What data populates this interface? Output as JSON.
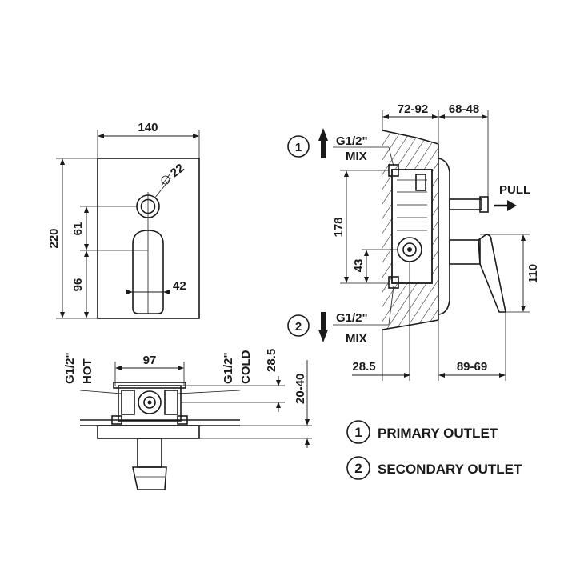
{
  "front_view": {
    "width": "140",
    "height": "220",
    "upper_offset": "61",
    "lower_offset": "96",
    "diverter_diameter": "22",
    "lever_width": "42"
  },
  "side_view": {
    "body_depth": "72-92",
    "handle_projection": "68-48",
    "outlet_spacing": "178",
    "inlet_height": "43",
    "handle_height": "110",
    "wall_offset": "28.5",
    "handle_reach": "89-69",
    "outlet_thread_top": "G1/2\"",
    "outlet_label_top": "MIX",
    "outlet_thread_bottom": "G1/2\"",
    "outlet_label_bottom": "MIX",
    "pull_label": "PULL"
  },
  "markers": {
    "primary_number": "1",
    "secondary_number": "2"
  },
  "plan_view": {
    "inlet_spacing": "97",
    "hot_thread": "G1/2\"",
    "hot_label": "HOT",
    "cold_thread": "G1/2\"",
    "cold_label": "COLD",
    "depth_small": "28.5",
    "depth_range": "20-40"
  },
  "legend": [
    {
      "number": "1",
      "label": "PRIMARY OUTLET"
    },
    {
      "number": "2",
      "label": "SECONDARY OUTLET"
    }
  ]
}
